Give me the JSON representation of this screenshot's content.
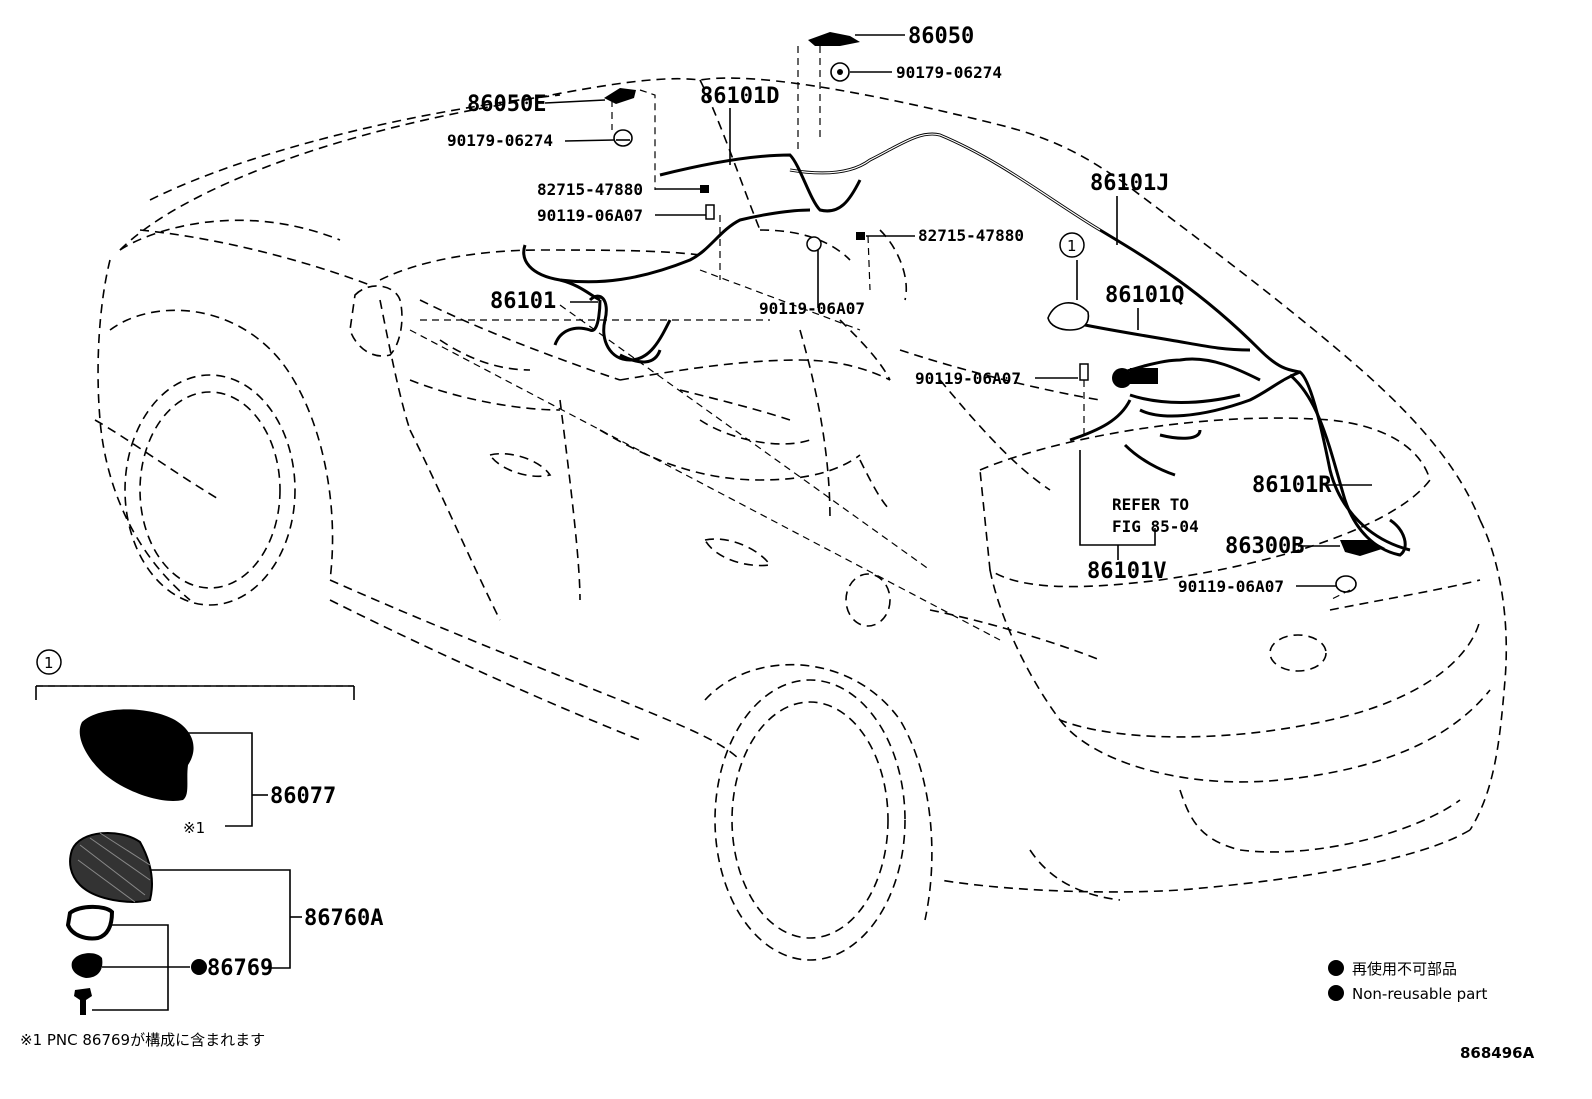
{
  "labels": {
    "p86050": "86050",
    "p90179_top": "90179-06274",
    "p86050E": "86050E",
    "p90179_left": "90179-06274",
    "p86101D": "86101D",
    "p82715_left": "82715-47880",
    "p90119_left": "90119-06A07",
    "p82715_right": "82715-47880",
    "p86101": "86101",
    "p90119_mid": "90119-06A07",
    "p86101J": "86101J",
    "p86101Q": "86101Q",
    "p90119_right": "90119-06A07",
    "p86101R": "86101R",
    "refer_line1": "REFER TO",
    "refer_line2": "FIG 85-04",
    "p86300B": "86300B",
    "p86101V": "86101V",
    "p90119_bottom": "90119-06A07",
    "p86077": "86077",
    "p86760A": "86760A",
    "p86769": "86769",
    "note_mark": "※1",
    "callout_car": "1",
    "callout_inset": "1"
  },
  "legend": {
    "jp": "再使用不可部品",
    "en": "Non-reusable part"
  },
  "footnote": "※1 PNC 86769が構成に含まれます",
  "figure_id": "868496A"
}
